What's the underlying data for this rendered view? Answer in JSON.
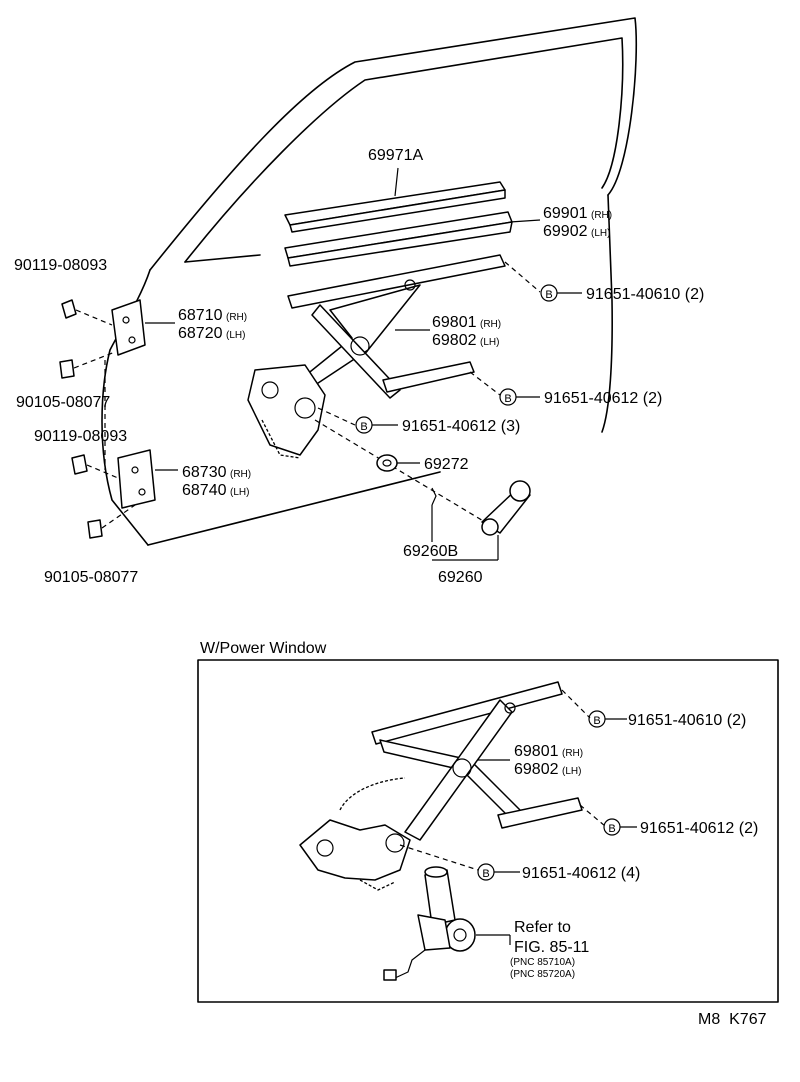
{
  "upper": {
    "channel": "69971A",
    "guide_rh": "69901",
    "guide_rh_tag": "(RH)",
    "guide_lh": "69902",
    "guide_lh_tag": "(LH)",
    "regulator_rh": "69801",
    "regulator_rh_tag": "(RH)",
    "regulator_lh": "69802",
    "regulator_lh_tag": "(LH)",
    "bolt_a": "91651-40610 (2)",
    "bolt_b": "91651-40612 (2)",
    "bolt_c": "91651-40612 (3)",
    "bolt_badge": "B",
    "handle_washer": "69272",
    "handle_sub": "69260B",
    "handle": "69260",
    "screw_top": "90119-08093",
    "lock_rh": "68710",
    "lock_rh_tag": "(RH)",
    "lock_lh": "68720",
    "lock_lh_tag": "(LH)",
    "screw_mid": "90105-08077",
    "screw_mid2": "90119-08093",
    "lower_rh": "68730",
    "lower_rh_tag": "(RH)",
    "lower_lh": "68740",
    "lower_lh_tag": "(LH)",
    "screw_bottom": "90105-08077"
  },
  "power_window": {
    "title": "W/Power Window",
    "regulator_rh": "69801",
    "regulator_rh_tag": "(RH)",
    "regulator_lh": "69802",
    "regulator_lh_tag": "(LH)",
    "bolt_a": "91651-40610 (2)",
    "bolt_b": "91651-40612 (2)",
    "bolt_c": "91651-40612 (4)",
    "bolt_badge": "B",
    "refer_line1": "Refer to",
    "refer_line2": "FIG. 85-11",
    "refer_line3": "(PNC 85710A)",
    "refer_line4": "(PNC 85720A)"
  },
  "footer": {
    "code": "M8  K767"
  }
}
